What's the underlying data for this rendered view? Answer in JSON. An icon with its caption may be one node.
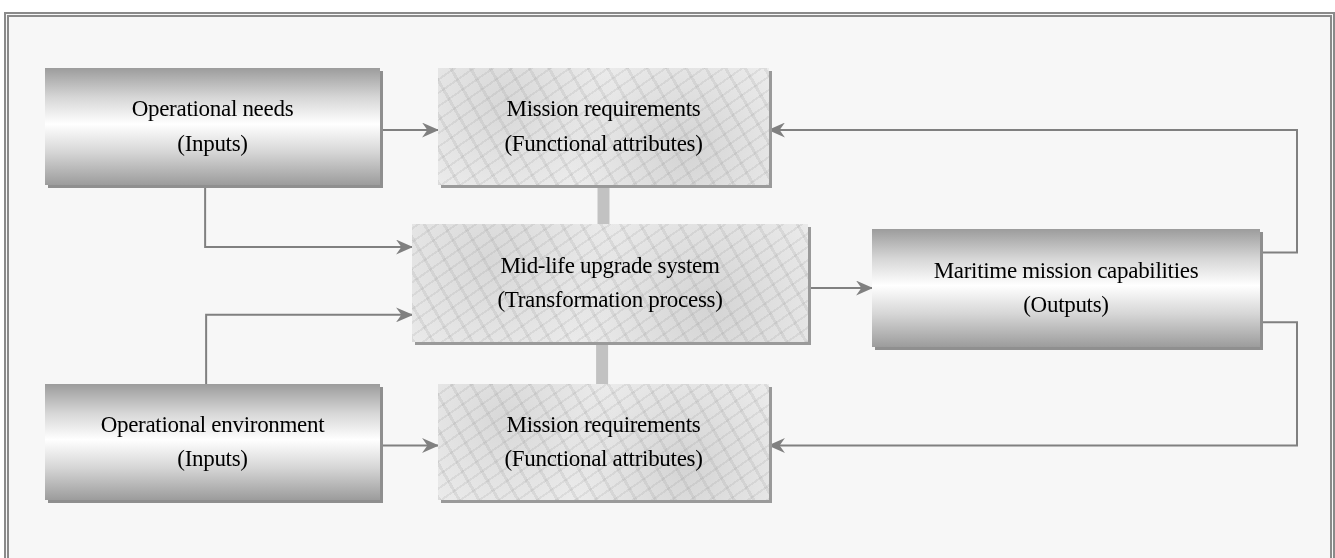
{
  "diagram": {
    "nodes": [
      {
        "text": [
          "Operational needs",
          "(Inputs)"
        ]
      },
      {
        "text": [
          "Mission requirements",
          "(Functional attributes)"
        ]
      },
      {
        "text": [
          "Mid-life upgrade system",
          "(Transformation process)"
        ]
      },
      {
        "text": [
          "Maritime mission capabilities",
          "(Outputs)"
        ]
      },
      {
        "text": [
          "Operational environment",
          "(Inputs)"
        ]
      },
      {
        "text": [
          "Mission requirements",
          "(Functional attributes)"
        ]
      }
    ],
    "edges": [
      {
        "from": 0,
        "to": 1,
        "arrow": "to"
      },
      {
        "from": 0,
        "to": 2,
        "arrow": "to"
      },
      {
        "from": 4,
        "to": 2,
        "arrow": "to"
      },
      {
        "from": 4,
        "to": 5,
        "arrow": "to"
      },
      {
        "from": 2,
        "to": 3,
        "arrow": "to"
      },
      {
        "from": 3,
        "to": 1,
        "arrow": "to"
      },
      {
        "from": 3,
        "to": 5,
        "arrow": "to"
      },
      {
        "from": 1,
        "to": 2,
        "arrow": "none",
        "style": "thick"
      },
      {
        "from": 2,
        "to": 5,
        "arrow": "none",
        "style": "thick"
      }
    ]
  }
}
